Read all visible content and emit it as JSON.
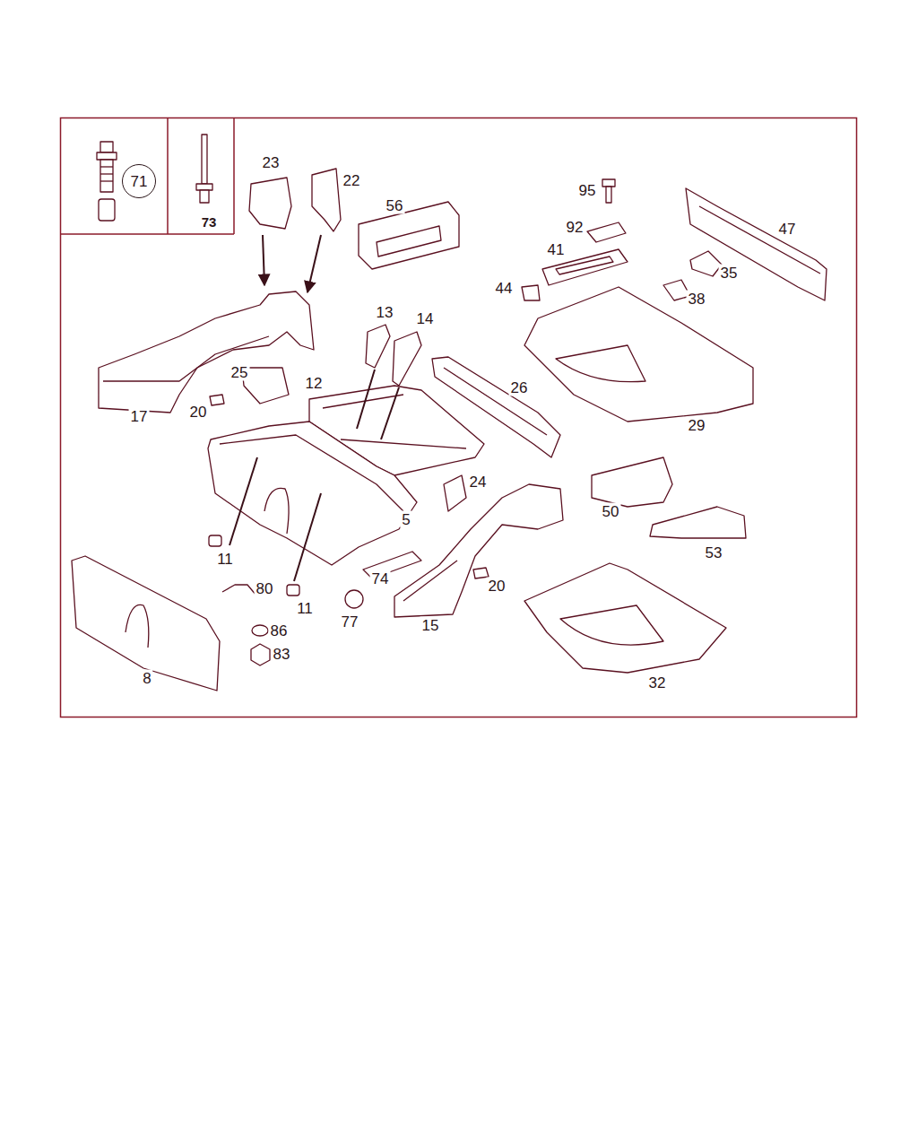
{
  "diagram": {
    "nodes": [
      {
        "text": [
          "71"
        ]
      },
      {
        "text": [
          "73"
        ]
      }
    ],
    "labels": [
      "23",
      "22",
      "56",
      "95",
      "47",
      "92",
      "41",
      "44",
      "35",
      "38",
      "13",
      "14",
      "25",
      "12",
      "26",
      "17",
      "20",
      "29",
      "24",
      "5",
      "50",
      "11",
      "53",
      "80",
      "74",
      "20",
      "11",
      "77",
      "15",
      "86",
      "83",
      "8",
      "32"
    ]
  }
}
